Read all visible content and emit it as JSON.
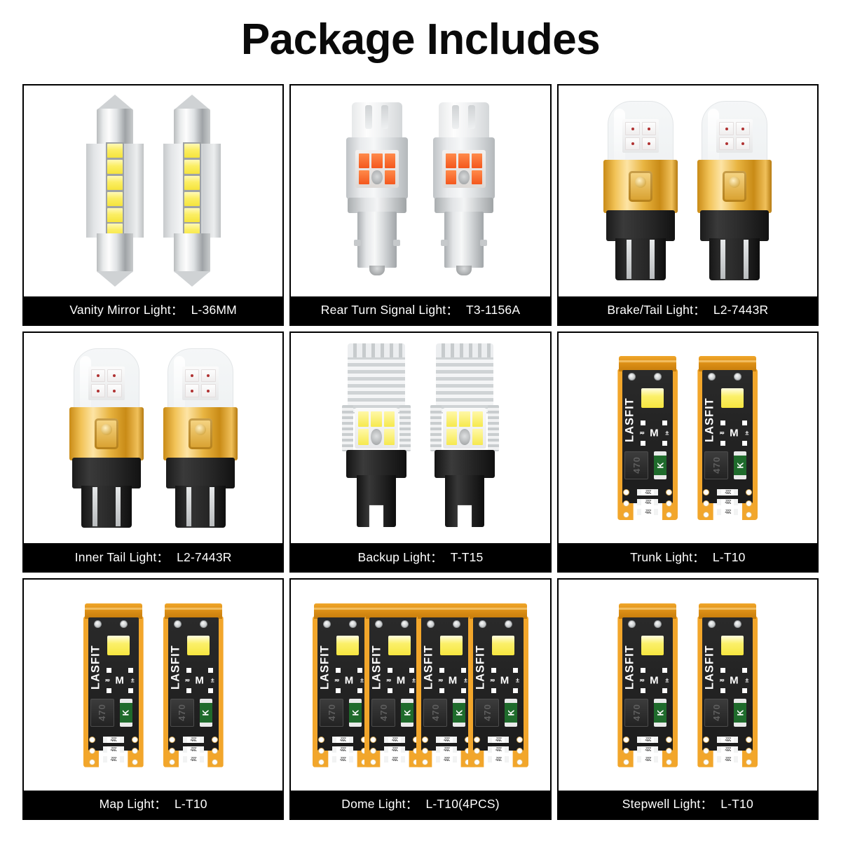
{
  "header": {
    "title": "Package Includes"
  },
  "label_separator": "：",
  "pcb": {
    "brand": "LASFIT",
    "inductor_code": "470",
    "green_marking": "K",
    "m_letter": "M",
    "minus_symbol": "≂",
    "plus_symbol": "±"
  },
  "cells": [
    {
      "id": "vanity-mirror-light",
      "name": "Vanity Mirror Light",
      "model": "L-36MM",
      "art": "festoon",
      "qty": 2
    },
    {
      "id": "rear-turn-signal-light",
      "name": "Rear Turn Signal Light",
      "model": "T3-1156A",
      "art": "bulb1156",
      "qty": 2
    },
    {
      "id": "brake-tail-light",
      "name": "Brake/Tail Light",
      "model": "L2-7443R",
      "art": "bulb7443",
      "qty": 2
    },
    {
      "id": "inner-tail-light",
      "name": "Inner Tail Light",
      "model": "L2-7443R",
      "art": "bulb7443",
      "qty": 2
    },
    {
      "id": "backup-light",
      "name": "Backup Light",
      "model": "T-T15",
      "art": "bulbT15",
      "qty": 2
    },
    {
      "id": "trunk-light",
      "name": "Trunk Light",
      "model": "L-T10",
      "art": "pcb",
      "qty": 2
    },
    {
      "id": "map-light",
      "name": "Map Light",
      "model": "L-T10",
      "art": "pcb",
      "qty": 2
    },
    {
      "id": "dome-light",
      "name": "Dome Light",
      "model": "L-T10(4PCS)",
      "art": "pcb4",
      "qty": 4
    },
    {
      "id": "stepwell-light",
      "name": "Stepwell Light",
      "model": "L-T10",
      "art": "pcb",
      "qty": 2
    }
  ],
  "colors": {
    "border": "#000000",
    "label_bar_bg": "#000000",
    "label_text": "#ffffff",
    "title_text": "#0a0a0a",
    "page_bg": "#ffffff",
    "pcb_gold": "#f2a62b",
    "pcb_black": "#222222",
    "led_yellow": "#f6e63f",
    "led_amber": "#f4571d",
    "led_red_dot": "#b03232",
    "bulb_gold": "#e8b441",
    "metal_silver": "#d4d7d9"
  }
}
